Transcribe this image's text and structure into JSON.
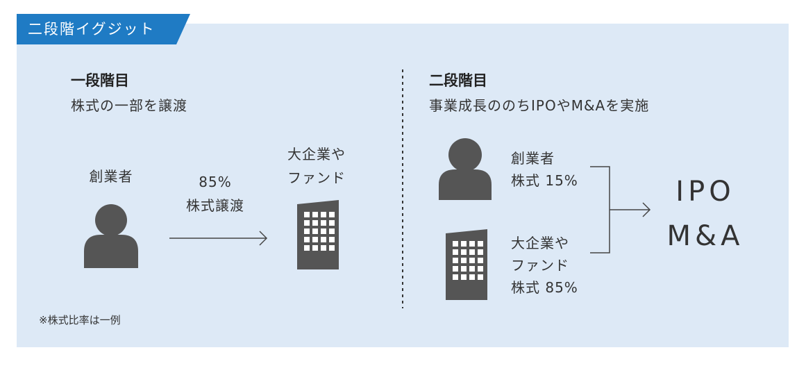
{
  "header": {
    "tab_label": "二段階イグジット"
  },
  "left": {
    "heading": "一段階目",
    "subheading": "株式の一部を譲渡",
    "founder_label": "創業者",
    "arrow_line1": "85%",
    "arrow_line2": "株式譲渡",
    "buyer_line1": "大企業や",
    "buyer_line2": "ファンド",
    "note": "※株式比率は一例"
  },
  "right": {
    "heading": "二段階目",
    "subheading": "事業成長ののちIPOやM&Aを実施",
    "founder_line1": "創業者",
    "founder_line2": "株式 15%",
    "buyer_line1": "大企業や",
    "buyer_line2": "ファンド",
    "buyer_line3": "株式 85%",
    "result_line1": "IPO",
    "result_line2": "M&A"
  },
  "colors": {
    "panel": "#dde9f6",
    "tab": "#1f7bc4",
    "icon": "#555555",
    "text": "#333333"
  },
  "icons": [
    "person-icon",
    "building-icon",
    "arrow-right-icon",
    "bracket-icon"
  ]
}
